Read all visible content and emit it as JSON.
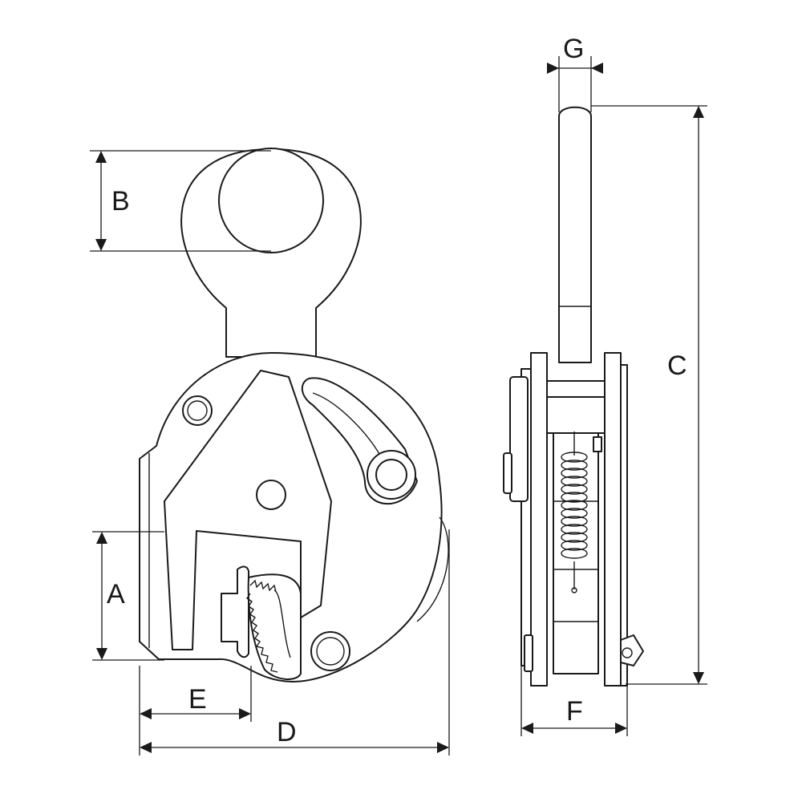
{
  "dimensions": {
    "A": "A",
    "B": "B",
    "C": "C",
    "D": "D",
    "E": "E",
    "F": "F",
    "G": "G"
  },
  "colors": {
    "line": "#1a1a1a",
    "fill": "#ffffff"
  }
}
